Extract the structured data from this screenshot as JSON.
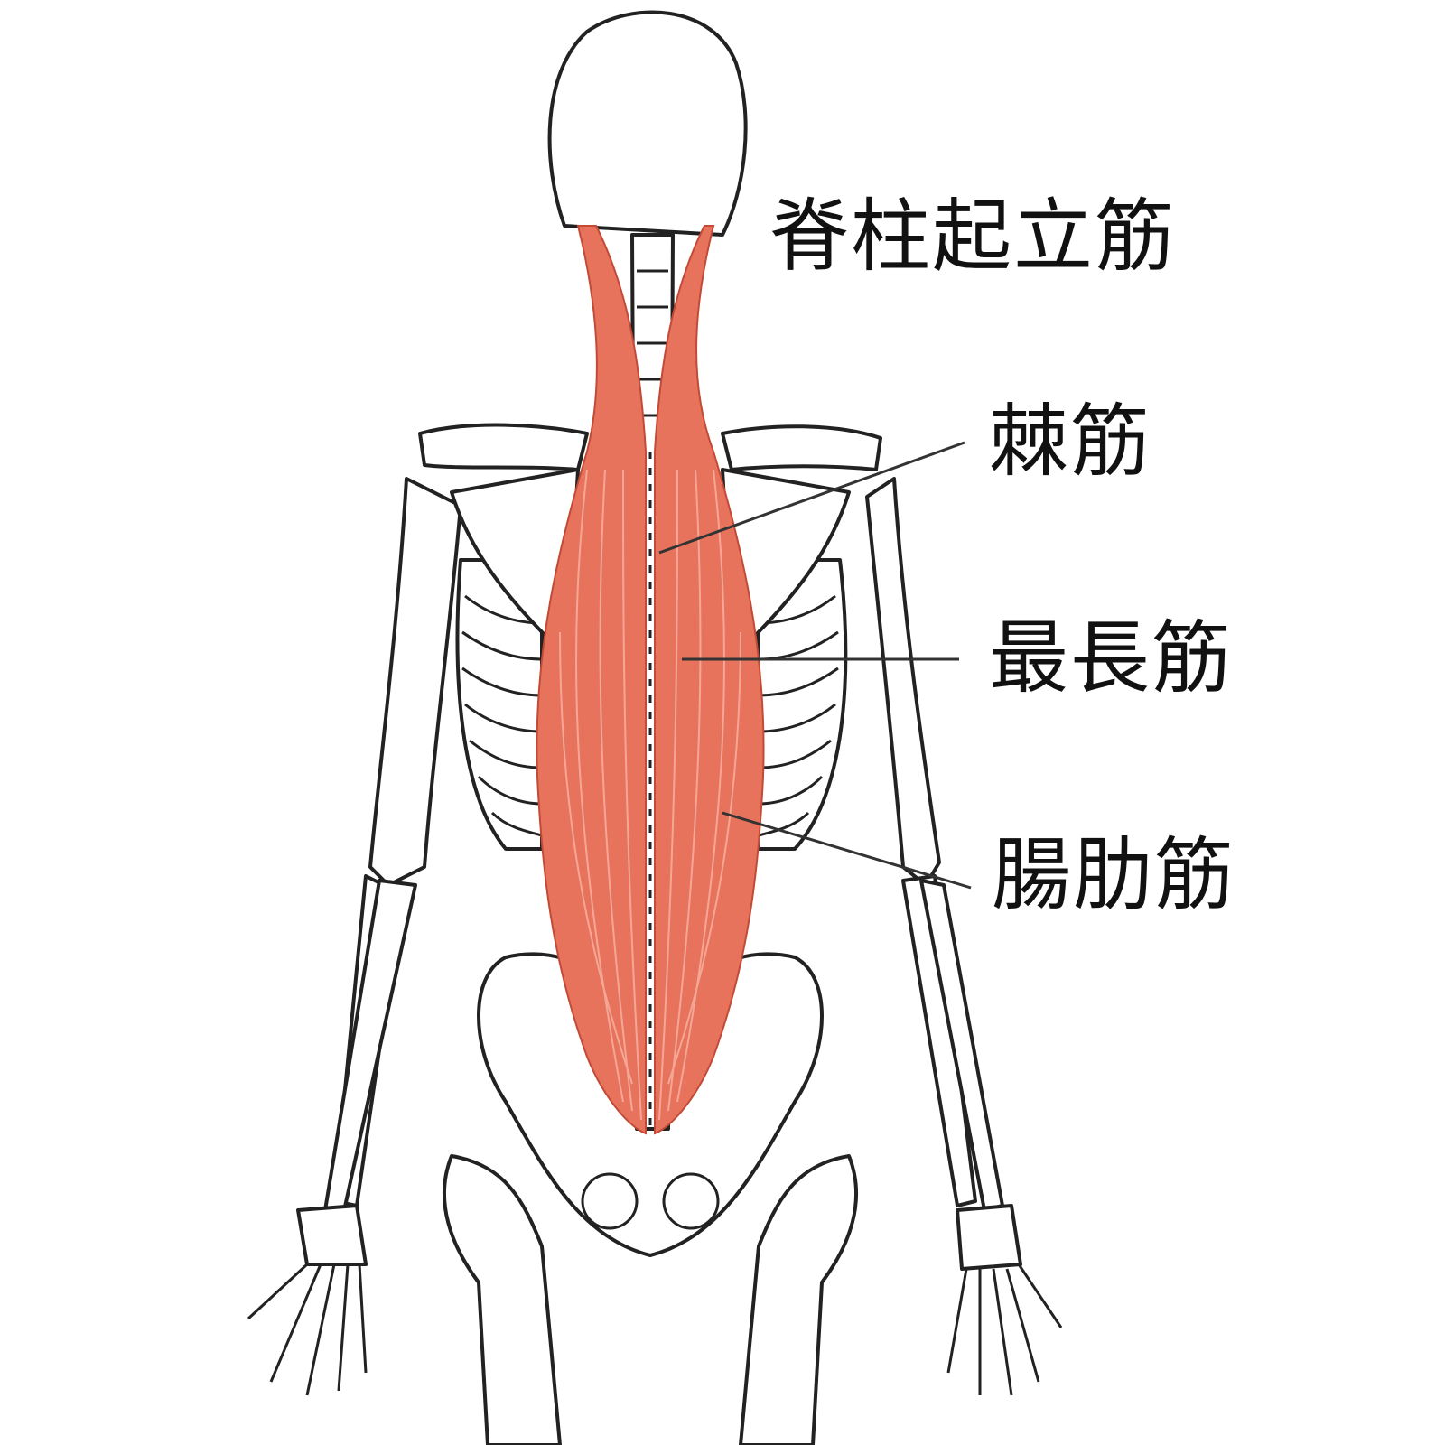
{
  "labels": {
    "erector_spinae": "脊柱起立筋",
    "spinalis": "棘筋",
    "longissimus": "最長筋",
    "iliocostalis": "腸肋筋"
  },
  "colors": {
    "muscle": "#e8735c",
    "bone_outline": "#222222",
    "background": "#ffffff"
  }
}
